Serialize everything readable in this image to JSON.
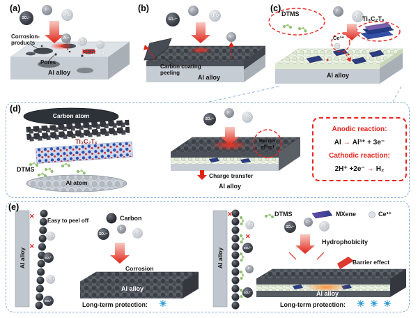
{
  "icons": {
    "sun": "☀",
    "cross": "✕"
  },
  "ions": {
    "so4": "SO₄²⁻",
    "f": "F⁻",
    "h2o": "H₂O",
    "al": "Al³⁺",
    "h2": "H₂"
  },
  "panel_a": {
    "tag": "(a)",
    "corrosion_products": "Corrosion-\nproducts",
    "pores": "Pores",
    "her": "HER",
    "substrate": "Al alloy"
  },
  "panel_b": {
    "tag": "(b)",
    "peeling": "Carbon coating\npeeling",
    "substrate": "Al alloy"
  },
  "panel_c": {
    "tag": "(c)",
    "dtms": "DTMS",
    "mxene": "Ti₃C₂Tₓ",
    "ce": "Ce³⁺",
    "substrate": "Al alloy"
  },
  "panel_d": {
    "tag": "(d)",
    "carbon_atom": "Carbon atom",
    "mxene": "Ti₃C₂Tₓ",
    "dtms": "DTMS",
    "al_atom": "Al atom",
    "barrier": "Barrier\neffect",
    "charge_transfer": "Charge transfer",
    "substrate": "Al alloy",
    "anodic_title": "Anodic reaction:",
    "anodic_left": "Al",
    "anodic_arrow": "→",
    "anodic_right": "Al³⁺ + 3e⁻",
    "cathodic_title": "Cathodic reaction:",
    "cathodic_left": "2H⁺ +2e⁻",
    "cathodic_arrow": "→",
    "cathodic_right": "H₂"
  },
  "panel_e": {
    "tag": "(e)",
    "left": {
      "bar": "Al alloy",
      "peel": "Easy to peel off",
      "legend_carbon": "Carbon",
      "corrosion": "Corrosion",
      "substrate": "Al alloy",
      "protection": "Long-term protection:"
    },
    "right": {
      "bar": "Al alloy",
      "legend_dtms": "DTMS",
      "legend_mxene": "MXene",
      "legend_ce": "Ce³⁺",
      "hydrophobicity": "Hydrophobicity",
      "barrier": "Barrier effect",
      "substrate": "Al alloy",
      "protection": "Long-term protection:"
    }
  }
}
